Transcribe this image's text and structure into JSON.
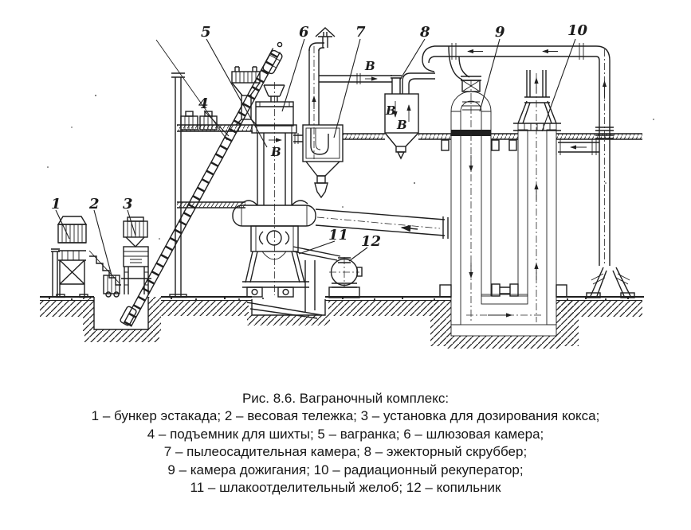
{
  "figure": {
    "title": "Рис. 8.6. Ваграночный комплекс:",
    "legend_lines": [
      "1 – бункер эстакада; 2 – весовая тележка; 3 – установка для дозирования кокса;",
      "4 – подъемник для шихты; 5 – вагранка; 6 – шлюзовая камера;",
      "7 – пылеосадительная камера; 8 – эжекторный скруббер;",
      "9 – камера дожигания; 10 – радиационный рекуператор;",
      "11 – шлакоотделительный желоб; 12 – копильник"
    ]
  },
  "diagram": {
    "part_labels": [
      "1",
      "2",
      "3",
      "4",
      "5",
      "6",
      "7",
      "8",
      "9",
      "10",
      "11",
      "12"
    ],
    "flow_marker": "В"
  },
  "colors": {
    "ink": "#1f1f1f",
    "paper": "#ffffff"
  }
}
